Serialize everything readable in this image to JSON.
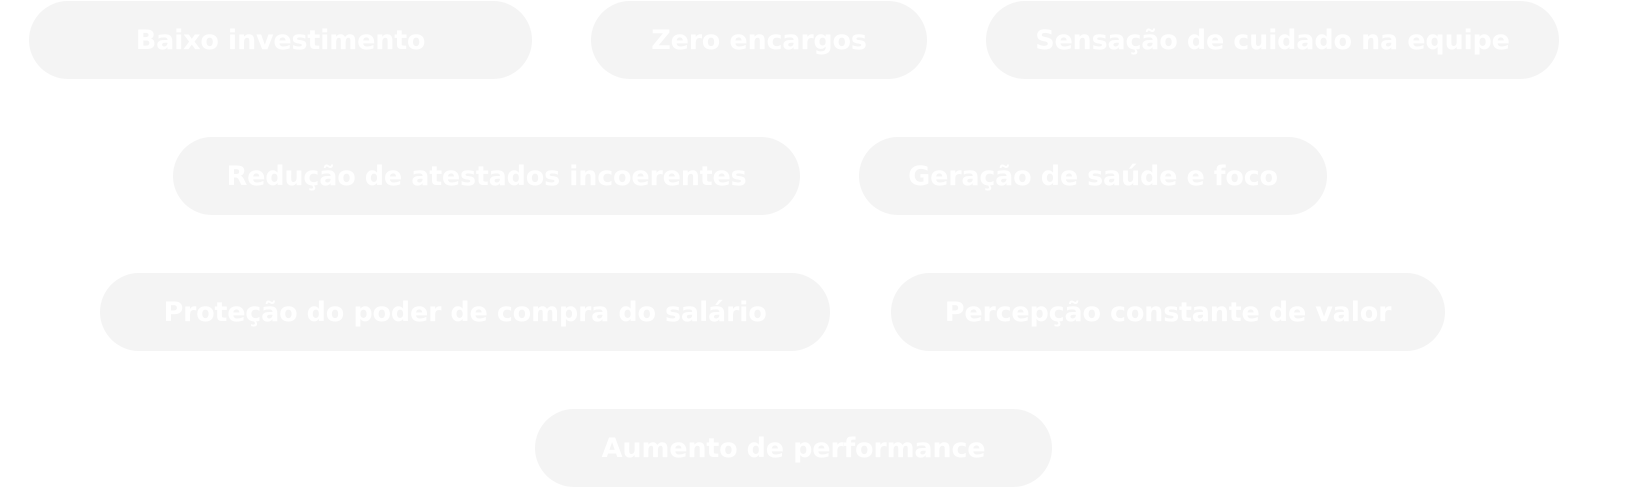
{
  "benefits": [
    "Baixo investimento",
    "Zero encargos",
    "Sensação de cuidado na equipe",
    "Redução de atestados incoerentes",
    "Geração de saúde e foco",
    "Proteção do poder de compra do salário",
    "Percepção constante de valor",
    "Aumento de performance"
  ],
  "colors": {
    "pill_background": "#f4f4f4",
    "pill_text": "#ffffff",
    "page_background": "#ffffff"
  }
}
